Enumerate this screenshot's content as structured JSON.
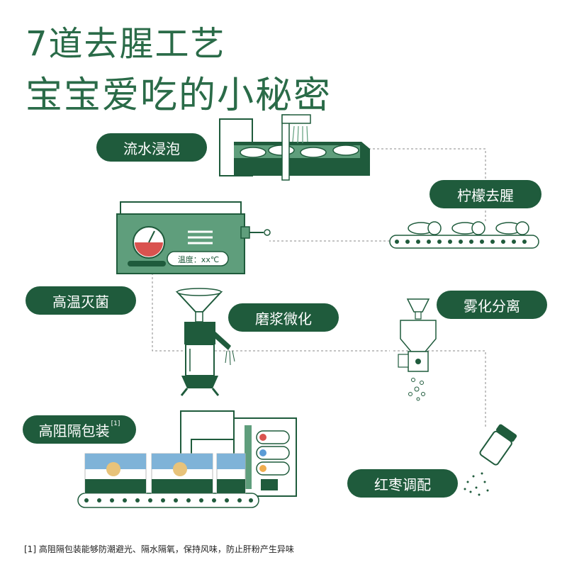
{
  "title": {
    "line1": "7道去腥工艺",
    "line2": "宝宝爱吃的小秘密"
  },
  "steps": [
    {
      "label": "流水浸泡"
    },
    {
      "label": "柠檬去腥"
    },
    {
      "label": "高温灭菌"
    },
    {
      "label": "磨浆微化"
    },
    {
      "label": "雾化分离"
    },
    {
      "label": "高阻隔包装",
      "note": "[1]"
    },
    {
      "label": "红枣调配"
    }
  ],
  "machine": {
    "temp_label": "温度：xx℃"
  },
  "footnote": "[1] 高阻隔包装能够防潮避光、隔水隔氧，保持风味，防止肝粉产生异味",
  "colors": {
    "accent": "#2a6b48",
    "pill": "#1f5b3c",
    "machine": "#5f9e7c",
    "machine_dark": "#2d6a4a",
    "gauge_red": "#d9534f"
  }
}
